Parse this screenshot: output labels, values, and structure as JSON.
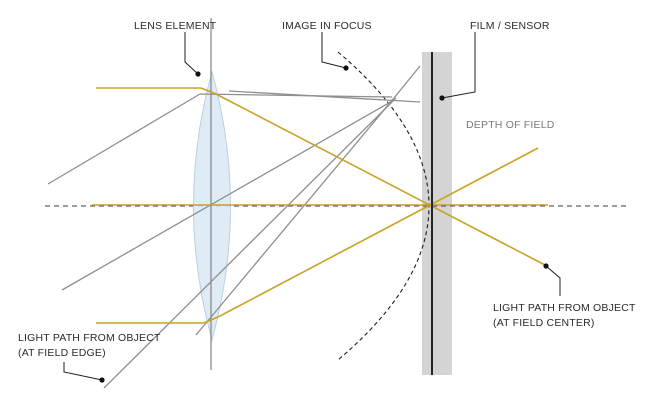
{
  "labels": {
    "lens_element": "LENS ELEMENT",
    "image_in_focus": "IMAGE IN FOCUS",
    "film_sensor": "FILM / SENSOR",
    "depth_of_field": "DEPTH OF FIELD",
    "field_center_line1": "LIGHT PATH FROM OBJECT",
    "field_center_line2": "(AT FIELD CENTER)",
    "field_edge_line1": "LIGHT PATH FROM OBJECT",
    "field_edge_line2": "(AT FIELD EDGE)"
  },
  "colors": {
    "gold_ray": "#c9a227",
    "gray_ray": "#8f8f8f",
    "lens_fill": "#dbe9f3",
    "sensor_band": "#d4d4d4"
  }
}
